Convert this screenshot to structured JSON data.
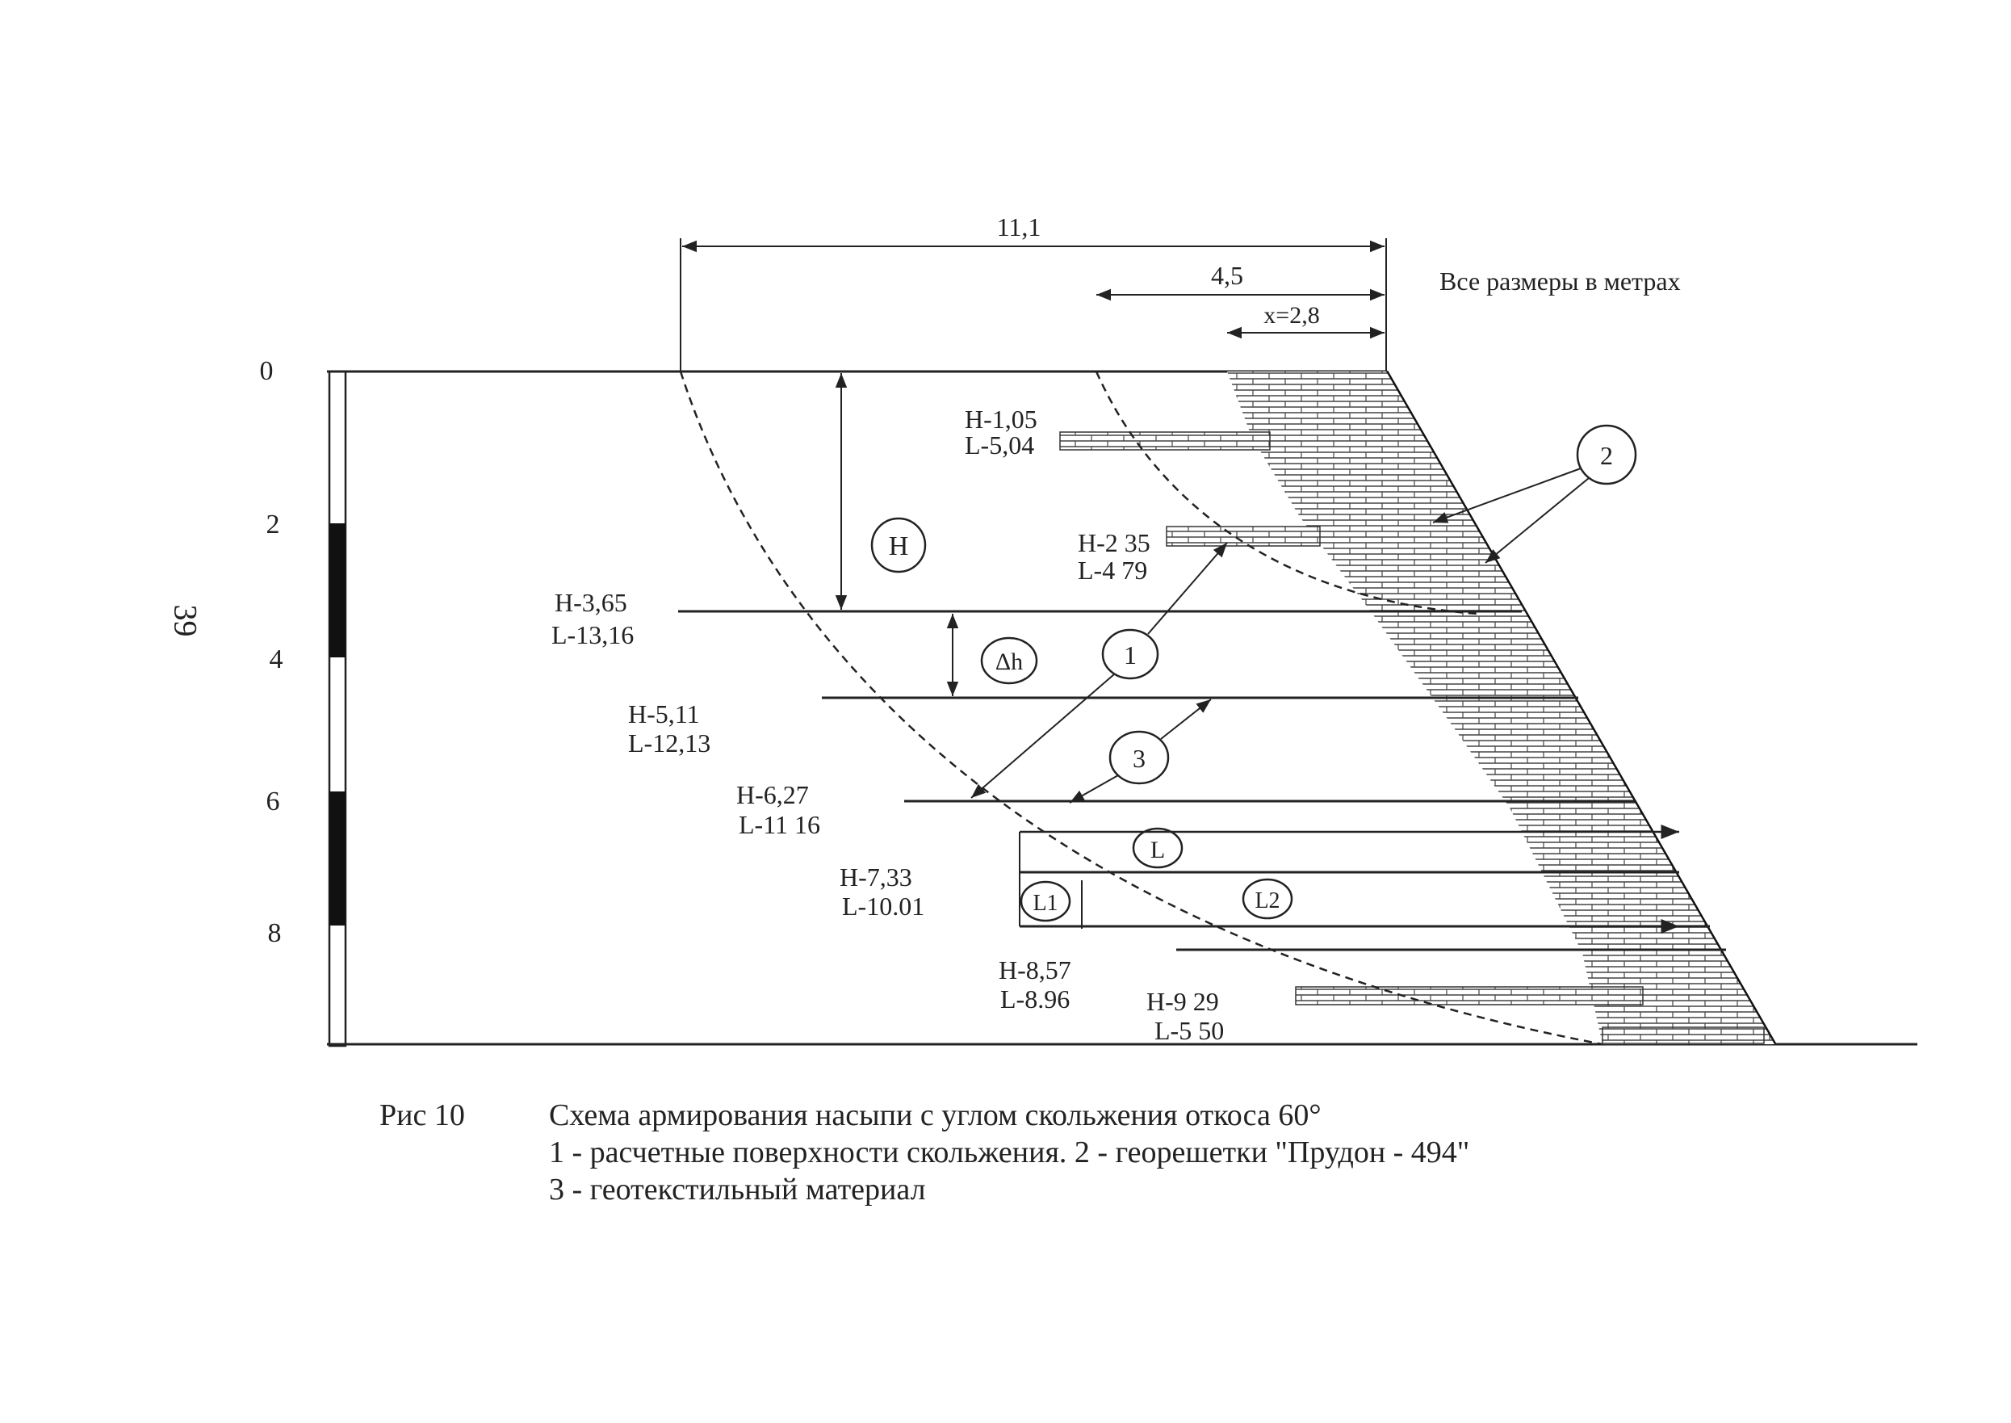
{
  "page_number": "39",
  "note": "Все размеры в метрах",
  "dimensions": {
    "total": "11,1",
    "mid": "4,5",
    "x": "x=2,8"
  },
  "scale_ticks": [
    "0",
    "2",
    "4",
    "6",
    "8"
  ],
  "layers": [
    {
      "h": "H-1,05",
      "l": "L-5,04"
    },
    {
      "h": "H-2 35",
      "l": "L-4 79"
    },
    {
      "h": "H-3,65",
      "l": "L-13,16"
    },
    {
      "h": "H-5,11",
      "l": "L-12,13"
    },
    {
      "h": "H-6,27",
      "l": "L-11 16"
    },
    {
      "h": "H-7,33",
      "l": "L-10.01"
    },
    {
      "h": "H-8,57",
      "l": "L-8.96"
    },
    {
      "h": "H-9 29",
      "l": "L-5 50"
    }
  ],
  "callouts": {
    "h": "H",
    "dh": "Δh",
    "one": "1",
    "two": "2",
    "three": "3",
    "l": "L",
    "l1": "L1",
    "l2": "L2"
  },
  "caption": {
    "number": "Рис  10",
    "line1": "Схема армирования насыпи с углом скольжения откоса 60°",
    "line2": "1 - расчетные поверхности скольжения. 2 - георешетки \"Прудон - 494\"",
    "line3": "3 - геотекстильный материал"
  }
}
